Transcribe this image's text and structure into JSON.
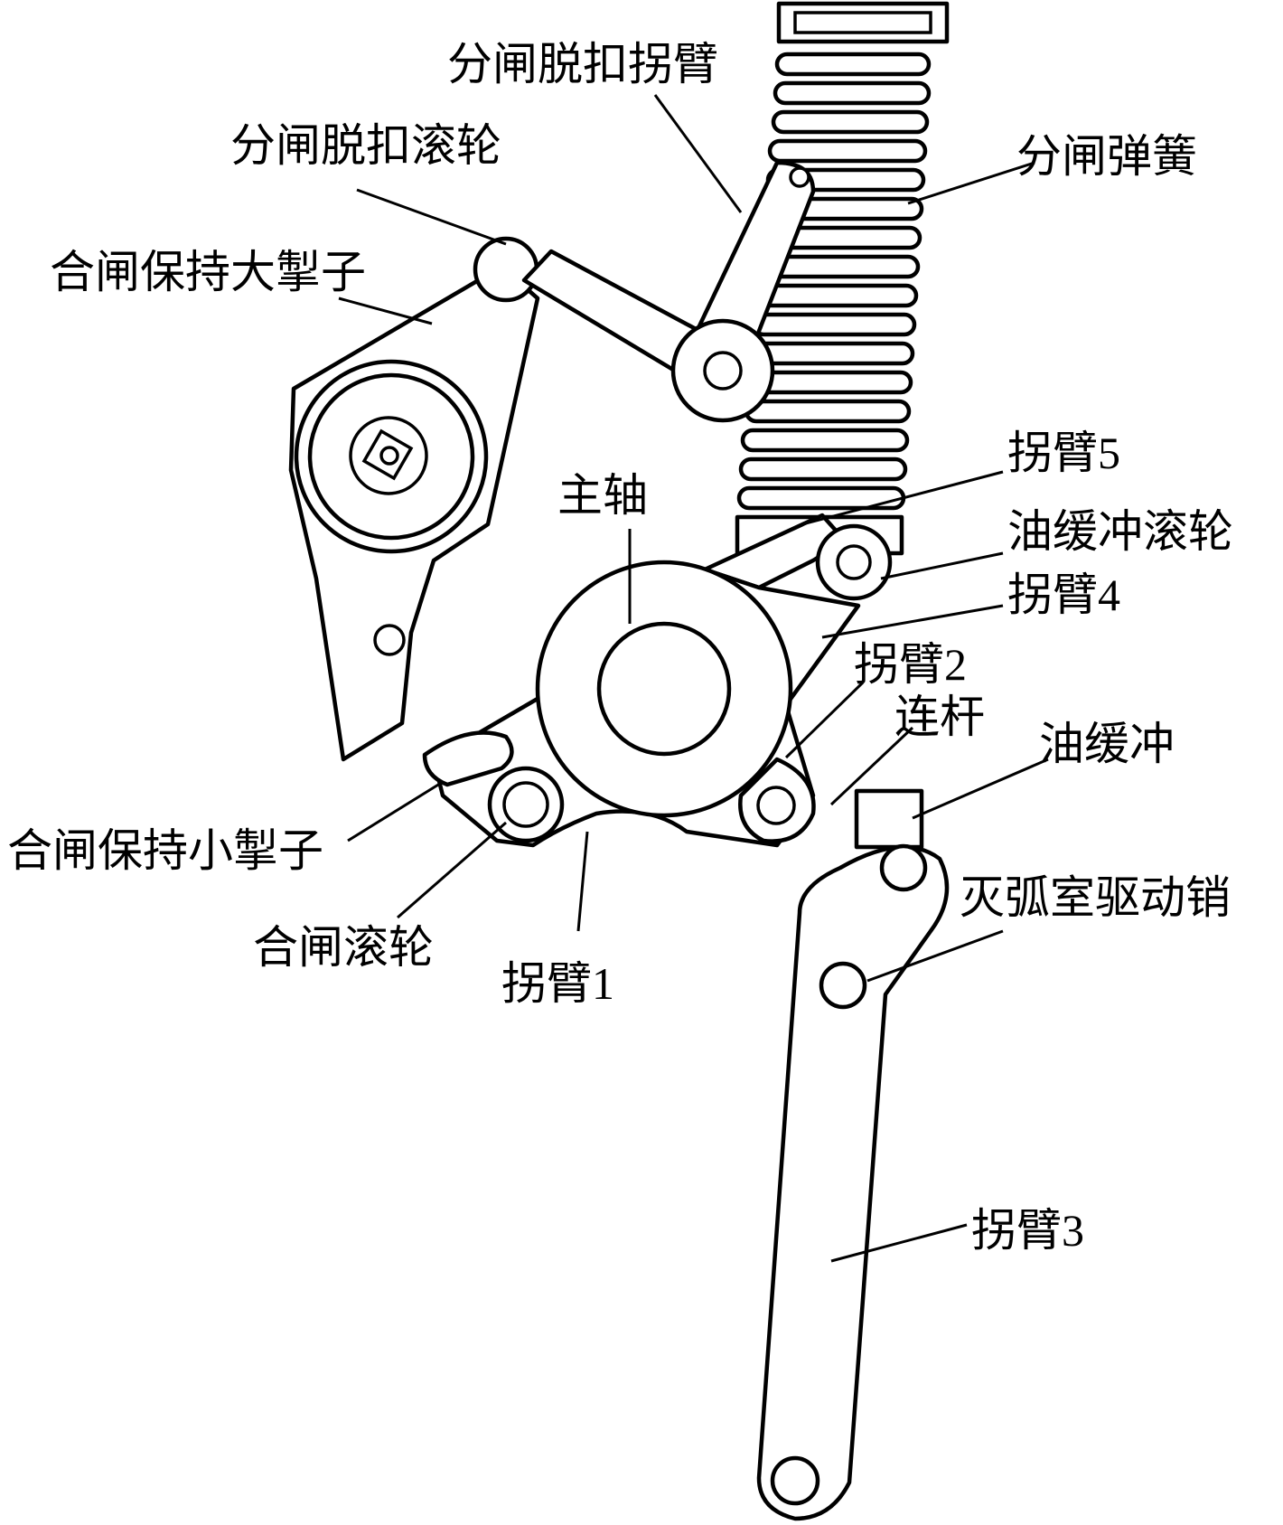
{
  "labels": {
    "trip_arm": "分闸脱扣拐臂",
    "trip_roller": "分闸脱扣滚轮",
    "opening_spring": "分闸弹簧",
    "close_big_pawl": "合闸保持大掣子",
    "arm5": "拐臂5",
    "main_shaft": "主轴",
    "damper_roller": "油缓冲滚轮",
    "arm4": "拐臂4",
    "arm2": "拐臂2",
    "link_rod": "连杆",
    "oil_damper": "油缓冲",
    "close_small_pawl": "合闸保持小掣子",
    "interrupter_pin": "灭弧室驱动销",
    "close_roller": "合闸滚轮",
    "arm1": "拐臂1",
    "arm3": "拐臂3"
  },
  "colors": {
    "stroke": "#000000",
    "fill": "#ffffff",
    "background": "#ffffff"
  }
}
